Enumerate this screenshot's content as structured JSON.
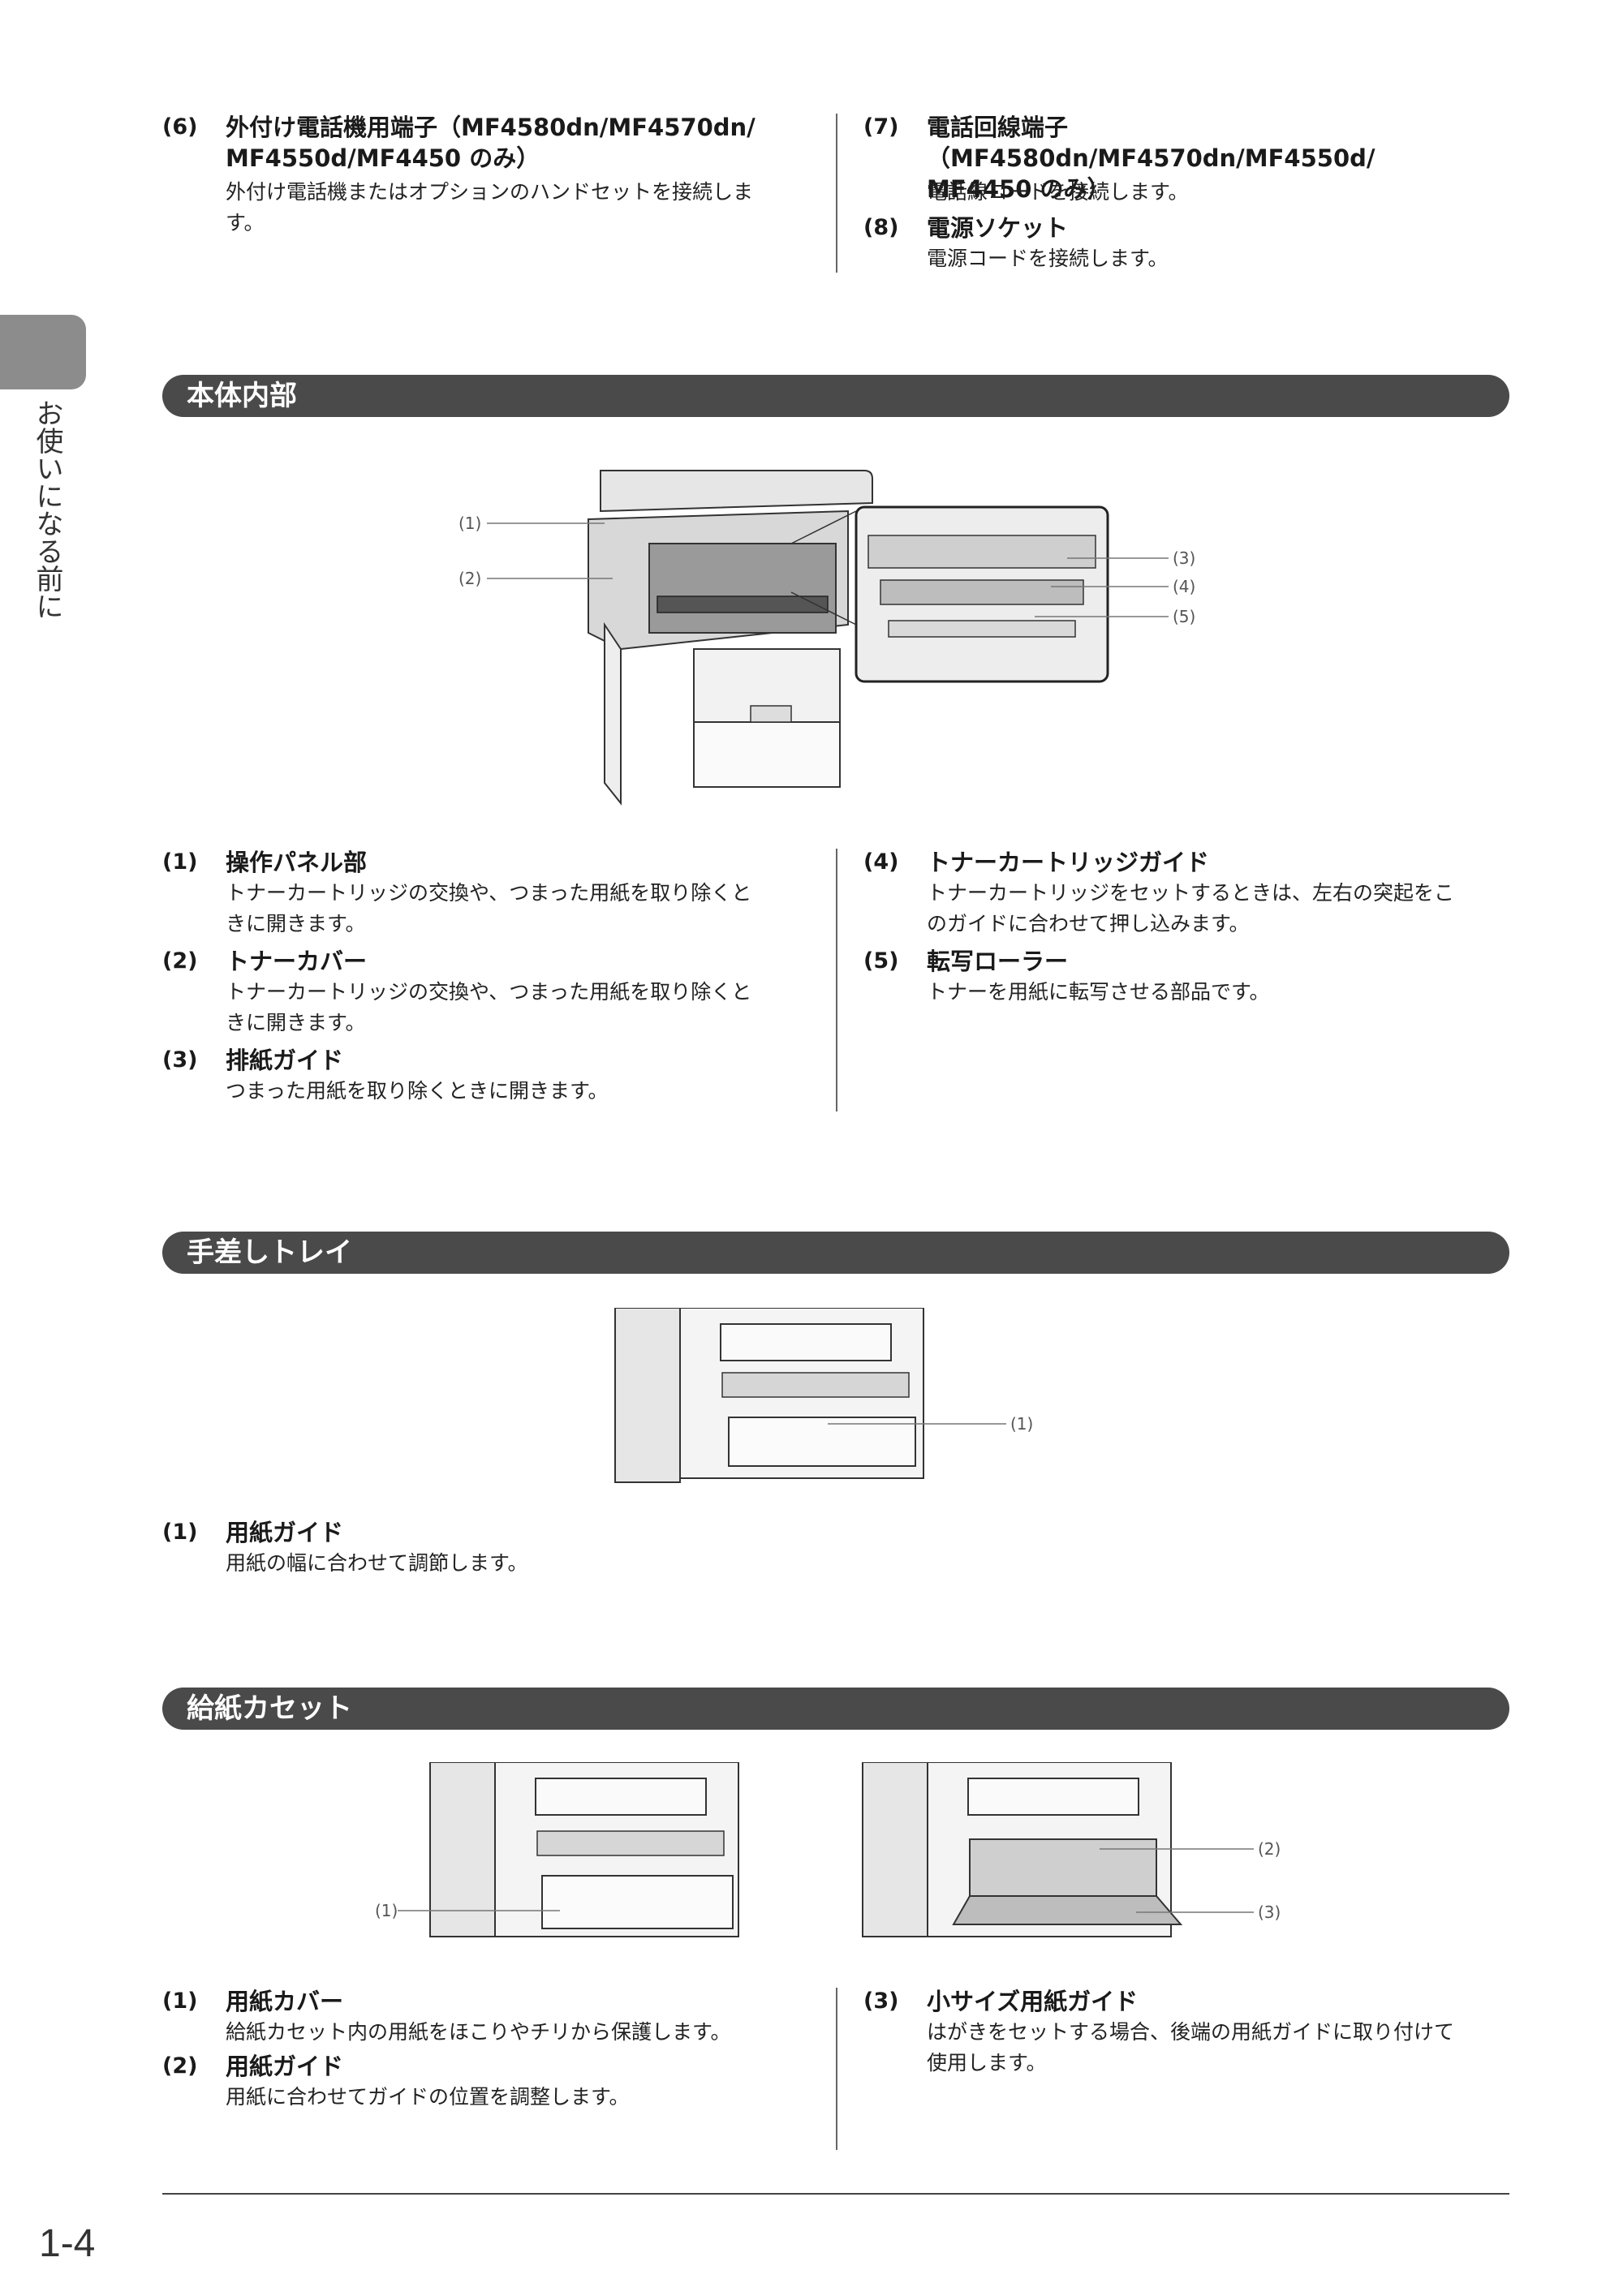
{
  "side_tab": {
    "label": "お使いになる前に"
  },
  "connectors": {
    "item6": {
      "num": "(6)",
      "title": "外付け電話機用端子（MF4580dn/MF4570dn/\nMF4550d/MF4450 のみ）",
      "desc": "外付け電話機またはオプションのハンドセットを接続しま\nす。"
    },
    "item7": {
      "num": "(7)",
      "title": "電話回線端子（MF4580dn/MF4570dn/MF4550d/\nMF4450 のみ）",
      "desc": "電話線コードを接続します。"
    },
    "item8": {
      "num": "(8)",
      "title": "電源ソケット",
      "desc": "電源コードを接続します。"
    }
  },
  "section_interior": {
    "title": "本体内部",
    "callouts": [
      "(1)",
      "(2)",
      "(3)",
      "(4)",
      "(5)"
    ],
    "items": [
      {
        "num": "(1)",
        "title": "操作パネル部",
        "desc": "トナーカートリッジの交換や、つまった用紙を取り除くと\nきに開きます。"
      },
      {
        "num": "(2)",
        "title": "トナーカバー",
        "desc": "トナーカートリッジの交換や、つまった用紙を取り除くと\nきに開きます。"
      },
      {
        "num": "(3)",
        "title": "排紙ガイド",
        "desc": "つまった用紙を取り除くときに開きます。"
      },
      {
        "num": "(4)",
        "title": "トナーカートリッジガイド",
        "desc": "トナーカートリッジをセットするときは、左右の突起をこ\nのガイドに合わせて押し込みます。"
      },
      {
        "num": "(5)",
        "title": "転写ローラー",
        "desc": "トナーを用紙に転写させる部品です。"
      }
    ]
  },
  "section_manual": {
    "title": "手差しトレイ",
    "callouts": [
      "(1)"
    ],
    "items": [
      {
        "num": "(1)",
        "title": "用紙ガイド",
        "desc": "用紙の幅に合わせて調節します。"
      }
    ]
  },
  "section_cassette": {
    "title": "給紙カセット",
    "callouts": [
      "(1)",
      "(2)",
      "(3)"
    ],
    "items": [
      {
        "num": "(1)",
        "title": "用紙カバー",
        "desc": "給紙カセット内の用紙をほこりやチリから保護します。"
      },
      {
        "num": "(2)",
        "title": "用紙ガイド",
        "desc": "用紙に合わせてガイドの位置を調整します。"
      },
      {
        "num": "(3)",
        "title": "小サイズ用紙ガイド",
        "desc": "はがきをセットする場合、後端の用紙ガイドに取り付けて\n使用します。"
      }
    ]
  },
  "footer": {
    "page_number": "1-4"
  }
}
